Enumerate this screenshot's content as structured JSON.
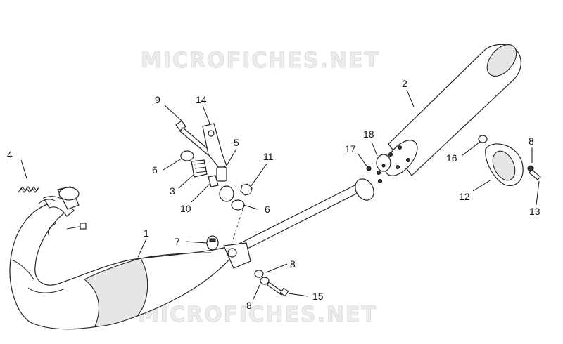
{
  "watermark": {
    "top": "MICROFICHES.NET",
    "bottom": "MICROFICHES.NET"
  },
  "callouts": {
    "c1": "1",
    "c2": "2",
    "c3": "3",
    "c4": "4",
    "c5": "5",
    "c6a": "6",
    "c6b": "6",
    "c7": "7",
    "c8a": "8",
    "c8b": "8",
    "c8c": "8",
    "c9": "9",
    "c10": "10",
    "c11": "11",
    "c12": "12",
    "c13": "13",
    "c14": "14",
    "c15": "15",
    "c16": "16",
    "c17": "17",
    "c18": "18"
  }
}
